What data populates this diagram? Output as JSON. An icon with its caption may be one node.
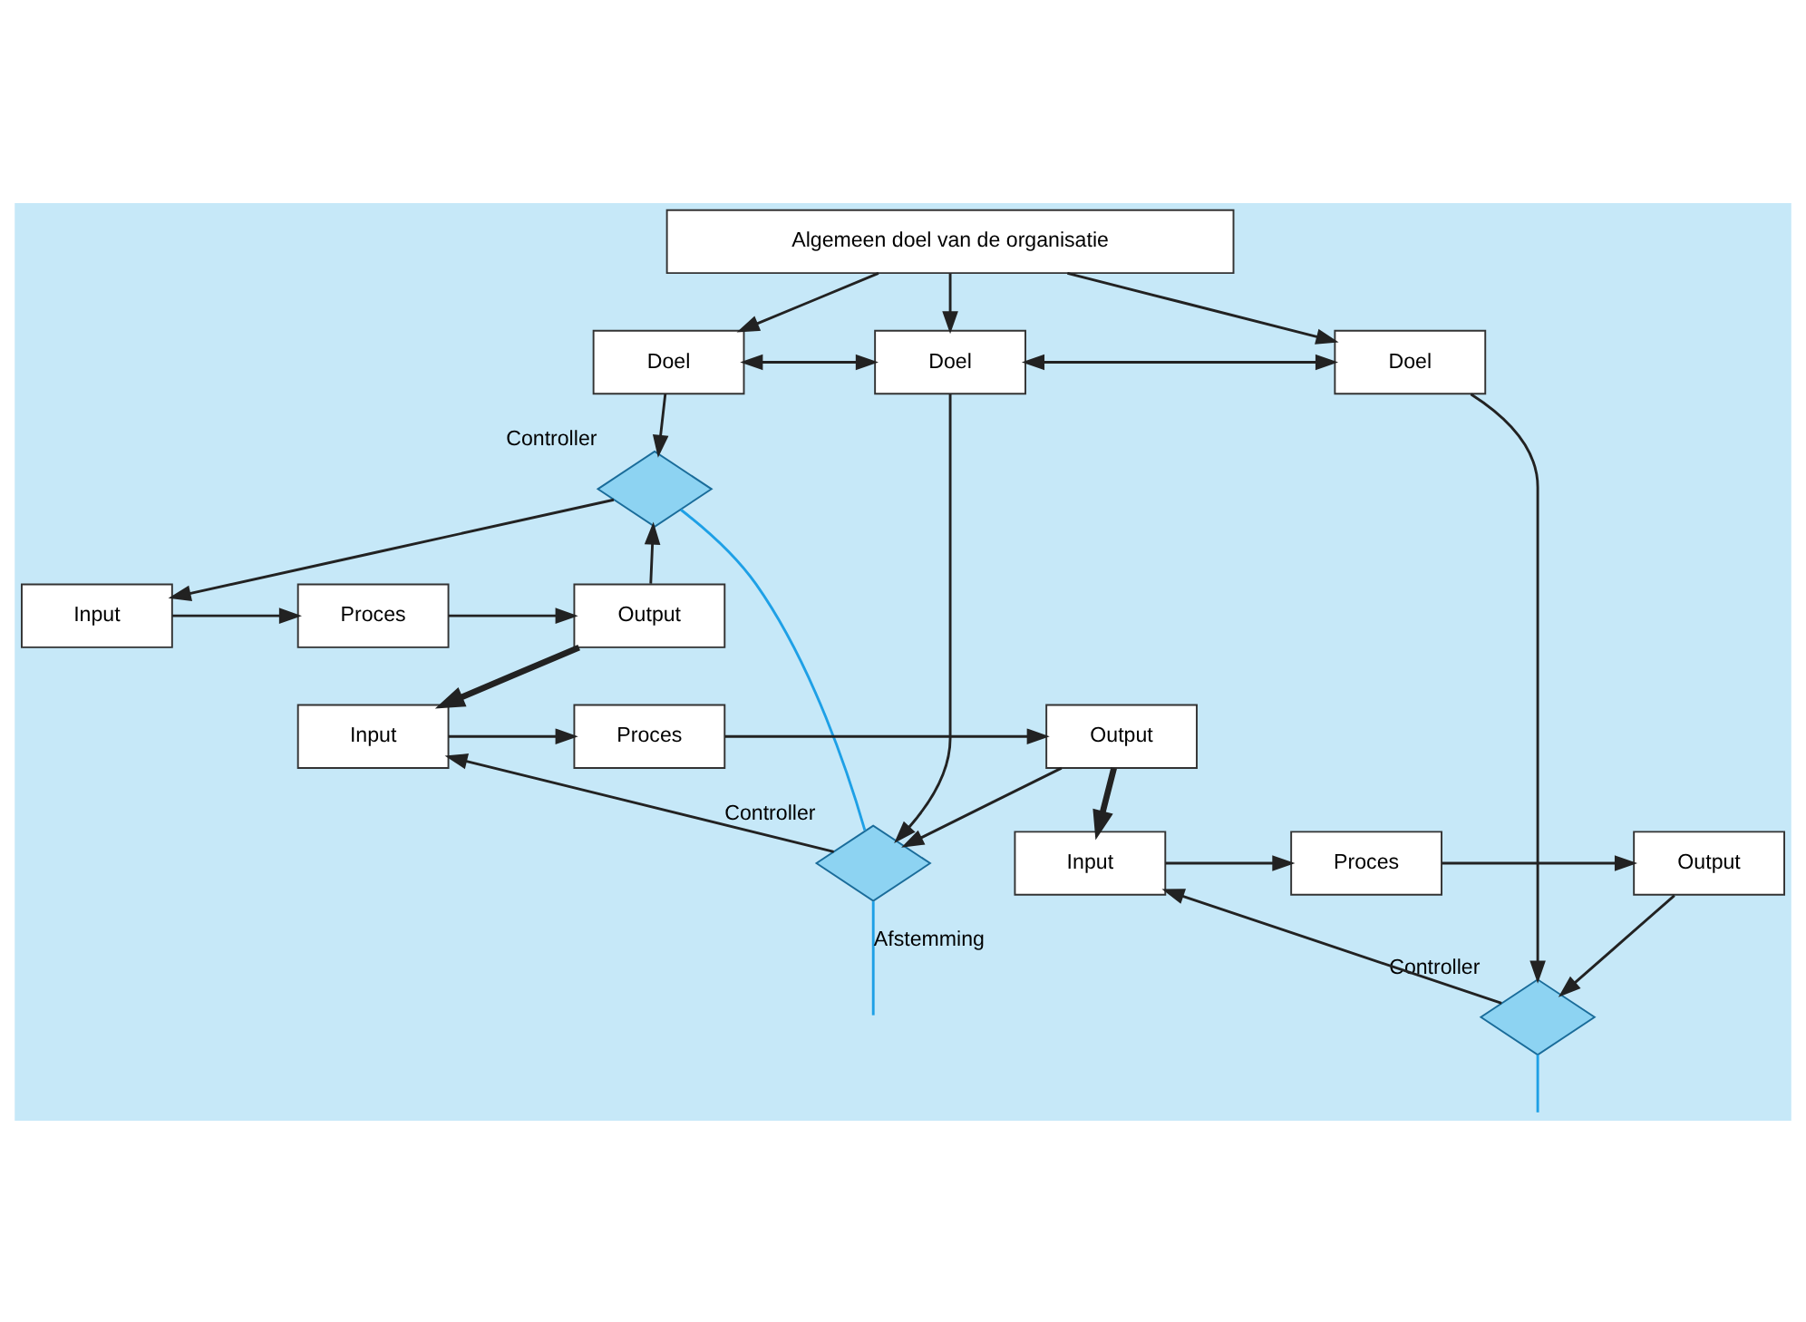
{
  "diagram": {
    "nodes": [
      {
        "text": [
          "Algemeen doel van de organisatie"
        ]
      },
      {
        "text": [
          "Doel"
        ]
      },
      {
        "text": [
          "Doel"
        ]
      },
      {
        "text": [
          "Doel"
        ]
      },
      {
        "text": [],
        "shape": "diamond",
        "beside": [
          "Controller"
        ]
      },
      {
        "text": [
          "Input"
        ]
      },
      {
        "text": [
          "Proces"
        ]
      },
      {
        "text": [
          "Output"
        ]
      },
      {
        "text": [],
        "shape": "diamond",
        "beside": [
          "Controller"
        ]
      },
      {
        "text": [
          "Input"
        ]
      },
      {
        "text": [
          "Proces"
        ]
      },
      {
        "text": [
          "Output"
        ]
      },
      {
        "text": [],
        "shape": "diamond",
        "beside": [
          "Controller"
        ]
      },
      {
        "text": [
          "Input"
        ]
      },
      {
        "text": [
          "Proces"
        ]
      },
      {
        "text": [
          "Output"
        ]
      }
    ],
    "edges": [
      {
        "from": 0,
        "to": 1,
        "arrow": "to"
      },
      {
        "from": 0,
        "to": 2,
        "arrow": "to"
      },
      {
        "from": 0,
        "to": 3,
        "arrow": "to"
      },
      {
        "from": 1,
        "to": 2,
        "arrow": "both"
      },
      {
        "from": 2,
        "to": 3,
        "arrow": "both"
      },
      {
        "from": 1,
        "to": 4,
        "arrow": "to"
      },
      {
        "from": 4,
        "to": 5,
        "arrow": "to"
      },
      {
        "from": 5,
        "to": 6,
        "arrow": "to"
      },
      {
        "from": 6,
        "to": 7,
        "arrow": "to"
      },
      {
        "from": 7,
        "to": 4,
        "arrow": "to"
      },
      {
        "from": 7,
        "to": 9,
        "arrow": "to",
        "style": "thick"
      },
      {
        "from": 2,
        "to": 8,
        "arrow": "to"
      },
      {
        "from": 8,
        "to": 9,
        "arrow": "to"
      },
      {
        "from": 9,
        "to": 10,
        "arrow": "to"
      },
      {
        "from": 10,
        "to": 11,
        "arrow": "to"
      },
      {
        "from": 11,
        "to": 8,
        "arrow": "to"
      },
      {
        "from": 11,
        "to": 13,
        "arrow": "to",
        "style": "thick"
      },
      {
        "from": 3,
        "to": 12,
        "arrow": "to"
      },
      {
        "from": 12,
        "to": 13,
        "arrow": "to"
      },
      {
        "from": 13,
        "to": 14,
        "arrow": "to"
      },
      {
        "from": 14,
        "to": 15,
        "arrow": "to"
      },
      {
        "from": 15,
        "to": 12,
        "arrow": "to"
      },
      {
        "from": 4,
        "to": 8,
        "arrow": "none",
        "color": "#1ea0e6"
      },
      {
        "from": 8,
        "to": null,
        "arrow": "none",
        "label": "Afstemming",
        "color": "#1ea0e6"
      },
      {
        "from": 12,
        "to": null,
        "arrow": "none",
        "color": "#1ea0e6"
      }
    ]
  }
}
